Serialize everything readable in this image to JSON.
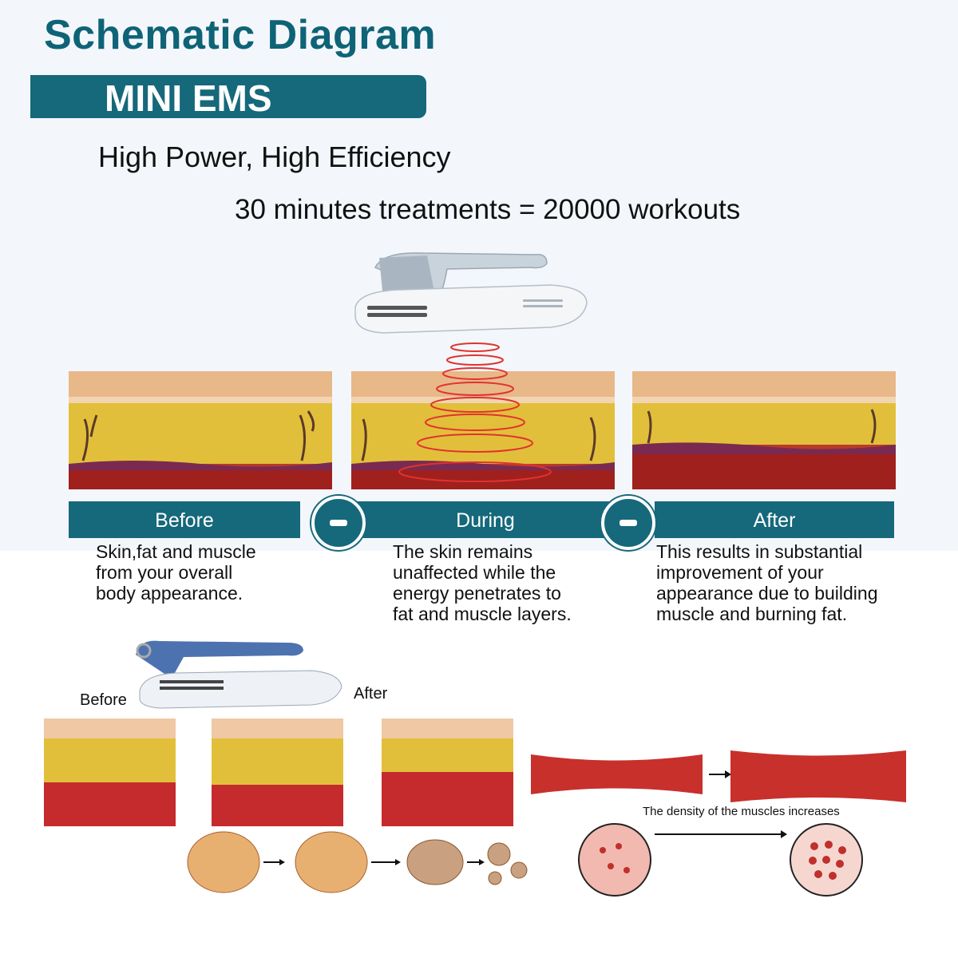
{
  "header": {
    "title": "Schematic Diagram",
    "banner": "MINI EMS",
    "subtitle": "High Power, High Efficiency",
    "equation": "30 minutes treatments = 20000 workouts"
  },
  "stages": [
    {
      "label": "Before",
      "description": [
        "Skin,fat and muscle",
        "from your overall",
        "body appearance."
      ]
    },
    {
      "label": "During",
      "description": [
        "The skin remains",
        "unaffected while the",
        "energy penetrates to",
        "fat and muscle layers."
      ]
    },
    {
      "label": "After",
      "description": [
        "This results in substantial",
        "improvement of your",
        "appearance due to building",
        "muscle and burning fat."
      ]
    }
  ],
  "lower": {
    "before_label": "Before",
    "after_label": "After",
    "muscle_caption": "The density of the muscles increases"
  },
  "icons": [
    "minus-icon",
    "arrow-right-icon"
  ],
  "colors": {
    "teal": "#16687b",
    "title": "#0f6377",
    "fat": "#e6c23e",
    "muscle": "#b3272a",
    "skin": "#f0c8a4"
  }
}
